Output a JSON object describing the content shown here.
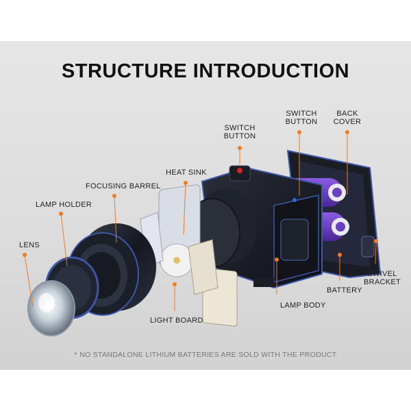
{
  "title": "STRUCTURE INTRODUCTION",
  "footnote": "* NO STANDALONE LITHIUM BATTERIES ARE SOLD WITH THE PRODUCT",
  "labels": {
    "lens": "LENS",
    "lamp_holder": "LAMP HOLDER",
    "focusing_barrel": "FOCUSING BARREL",
    "heat_sink": "HEAT SINK",
    "switch_button_1_line1": "SWITCH",
    "switch_button_1_line2": "BUTTON",
    "switch_button_2_line1": "SWITCH",
    "switch_button_2_line2": "BUTTON",
    "back_cover_line1": "BACK",
    "back_cover_line2": "COVER",
    "swivel_bracket_line1": "SWIVEL",
    "swivel_bracket_line2": "BRACKET",
    "battery": "BATTERY",
    "lamp_body": "LAMP BODY",
    "light_board": "LIGHT BOARD"
  },
  "colors": {
    "callout_dot": "#f07a20",
    "callout_line": "#f07a20",
    "body_dark": "#1a1c24",
    "battery_purple": "#6a3fc0",
    "switch_red": "#d52222"
  }
}
